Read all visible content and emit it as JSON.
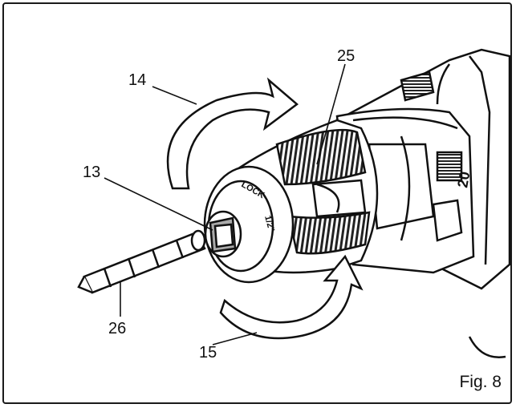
{
  "figure": {
    "label": "Fig. 8",
    "colors": {
      "line": "#111111",
      "shade": "#2a2a2a",
      "paper": "#ffffff"
    }
  },
  "callouts": [
    {
      "id": "14",
      "text": "14"
    },
    {
      "id": "25",
      "text": "25"
    },
    {
      "id": "13",
      "text": "13"
    },
    {
      "id": "26",
      "text": "26"
    },
    {
      "id": "15",
      "text": "15"
    }
  ],
  "chuck_markings": {
    "lock": "LOCK",
    "size": "1/2\""
  },
  "clutch_markings": {
    "setting": "20"
  }
}
